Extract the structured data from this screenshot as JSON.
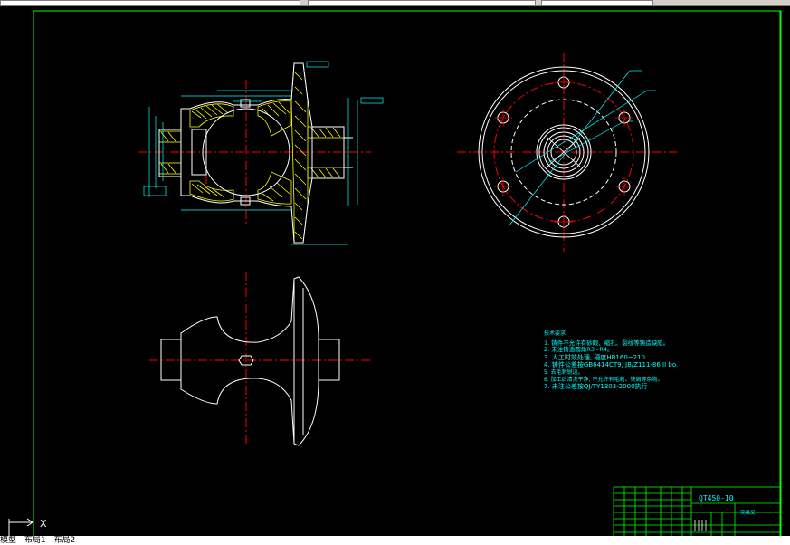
{
  "colors": {
    "background": "#000000",
    "border": "#00ff00",
    "outline": "#ffffff",
    "centerline": "#ff0000",
    "dimension": "#00ffff",
    "hatch": "#ffff00",
    "titleblock": "#00ff00"
  },
  "notes": {
    "title": "技术要求",
    "items": [
      "1. 铸件不允许有砂眼、缩孔、裂纹等铸造缺陷。",
      "2. 未注铸造圆角R3~R4。",
      "3. 人工时效处理, 硬度HB160~210",
      "4. 铸件公差按GB6414CT9, JB/Z111-86 II bo.",
      "5. 去毛刺锐边。",
      "6. 加工后清洗干净, 不允许有毛刺、铁屑等杂物。",
      "7. 未注公差按QJ/TY1303-2000执行"
    ]
  },
  "titleblock": {
    "drawing_number": "QT450-10",
    "part_name": "突缘叉"
  },
  "ucs": {
    "x_label": "X"
  },
  "tabs": [
    "模型",
    "布局1",
    "布局2"
  ],
  "icons": [
    "ucs-icon"
  ]
}
